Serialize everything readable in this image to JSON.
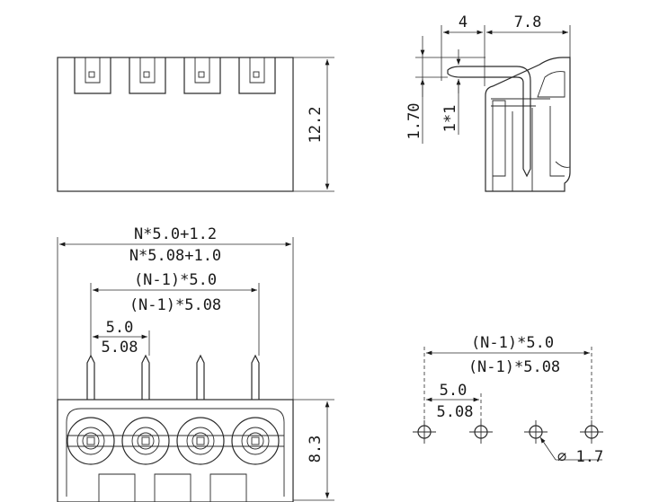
{
  "top_view": {
    "height_label": "12.2"
  },
  "side_view": {
    "pin_offset_label": "4",
    "depth_label": "7.8",
    "pin_height_label": "1.70",
    "pin_width_label": "1*1"
  },
  "front_view": {
    "overall_width_label_50": "N*5.0+1.2",
    "overall_width_label_508": "N*5.08+1.0",
    "span_label_50": "(N-1)*5.0",
    "span_label_508": "(N-1)*5.08",
    "pitch_label_50": "5.0",
    "pitch_label_508": "5.08",
    "height_label": "8.3"
  },
  "pcb_layout": {
    "span_label_50": "(N-1)*5.0",
    "span_label_508": "(N-1)*5.08",
    "pitch_label_50": "5.0",
    "pitch_label_508": "5.08",
    "hole_diameter_label": "∅ 1.7"
  }
}
